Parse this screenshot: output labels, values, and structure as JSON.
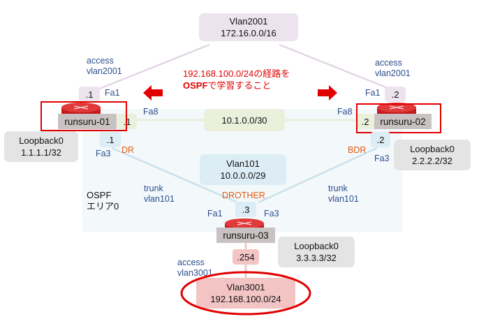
{
  "vlan2001": {
    "name": "Vlan2001",
    "subnet": "172.16.0.0/16"
  },
  "vlan101": {
    "name": "Vlan101",
    "subnet": "10.0.0.0/29"
  },
  "vlan3001": {
    "name": "Vlan3001",
    "subnet": "192.168.100.0/24"
  },
  "link_r1_r2": {
    "subnet": "10.1.0.0/30"
  },
  "note": {
    "line1": "192.168.100.0/24の経路を",
    "line2_bold": "OSPF",
    "line2_rest": "で学習すること"
  },
  "area": {
    "line1": "OSPF",
    "line2": "エリア0"
  },
  "routers": {
    "r1": {
      "name": "runsuru-01",
      "fa1_ip": ".1",
      "fa8_ip": ".1",
      "fa3_ip": ".1",
      "role": "DR"
    },
    "r2": {
      "name": "runsuru-02",
      "fa1_ip": ".2",
      "fa8_ip": ".2",
      "fa3_ip": ".2",
      "role": "BDR"
    },
    "r3": {
      "name": "runsuru-03",
      "fa_ip": ".3",
      "access_ip": ".254",
      "role": "DROTHER"
    }
  },
  "ports": {
    "fa1": "Fa1",
    "fa8": "Fa8",
    "fa3": "Fa3"
  },
  "loopbacks": {
    "r1": {
      "name": "Loopback0",
      "ip": "1.1.1.1/32"
    },
    "r2": {
      "name": "Loopback0",
      "ip": "2.2.2.2/32"
    },
    "r3": {
      "name": "Loopback0",
      "ip": "3.3.3.3/32"
    }
  },
  "links": {
    "access_left": {
      "line1": "access",
      "line2": "vlan2001"
    },
    "access_right": {
      "line1": "access",
      "line2": "vlan2001"
    },
    "trunk_left": {
      "line1": "trunk",
      "line2": "vlan101"
    },
    "trunk_right": {
      "line1": "trunk",
      "line2": "vlan101"
    },
    "access_bottom": {
      "line1": "access",
      "line2": "vlan3001"
    }
  },
  "colors": {
    "vlan2001_fill": "#ece3ef",
    "vlan101_fill": "#dcedf5",
    "vlan3001_fill": "#f3c4c4",
    "link_fill": "#eaf0dc",
    "loopback_fill": "#e4e4e4",
    "accent_red": "#e10000",
    "area_fill": "#f3f8fb"
  }
}
